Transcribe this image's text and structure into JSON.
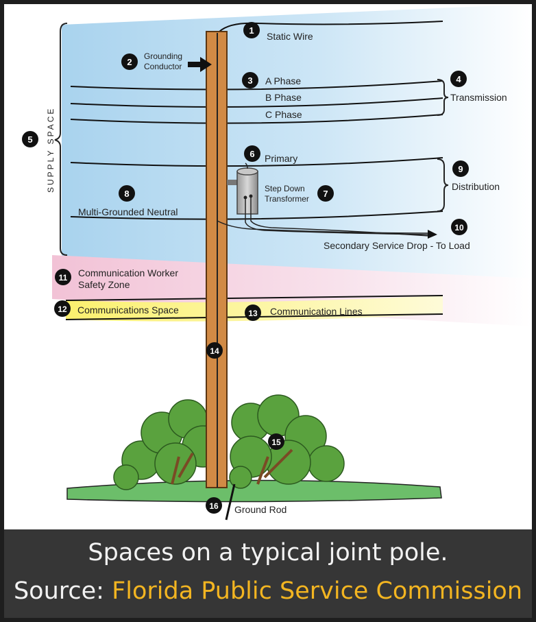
{
  "labels": {
    "static_wire": "Static Wire",
    "grounding_conductor_1": "Grounding",
    "grounding_conductor_2": "Conductor",
    "a_phase": "A Phase",
    "b_phase": "B Phase",
    "c_phase": "C Phase",
    "transmission": "Transmission",
    "supply_space": "SUPPLY SPACE",
    "primary": "Primary",
    "step_down_1": "Step Down",
    "step_down_2": "Transformer",
    "distribution": "Distribution",
    "neutral": "Multi-Grounded Neutral",
    "service_drop": "Secondary Service Drop - To Load",
    "worker_zone_1": "Communication Worker",
    "worker_zone_2": "Safety Zone",
    "comm_space": "Communications Space",
    "comm_lines": "Communication Lines",
    "ground_rod": "Ground Rod"
  },
  "markers": [
    "1",
    "2",
    "3",
    "4",
    "5",
    "6",
    "7",
    "8",
    "9",
    "10",
    "11",
    "12",
    "13",
    "14",
    "15",
    "16"
  ],
  "colors": {
    "supply_space": "#a9d3ee",
    "worker_zone": "#f2c2d6",
    "comm_space": "#fbf06e",
    "pole": "#d18a45",
    "grass": "#6cbe6a",
    "foliage": "#5aa23e",
    "caption_bg": "#363636",
    "caption_source": "#f3b521"
  },
  "caption": {
    "line1": "Spaces on a typical joint pole.",
    "source_prefix": "Source: ",
    "source_name": "Florida Public Service Commission"
  }
}
